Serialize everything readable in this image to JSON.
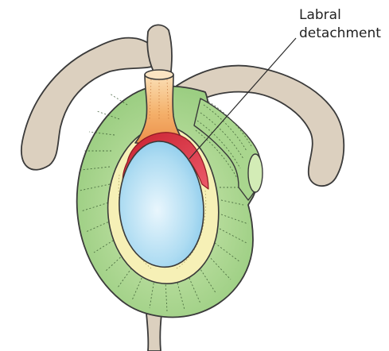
{
  "figure": {
    "labels": [
      {
        "lines": [
          "Labral",
          "detachment"
        ],
        "target": "labrum-detachment-region"
      }
    ]
  },
  "colors": {
    "bone": "#dcd0bf",
    "bone_outline": "#3a3a3a",
    "capsule_outer": "#9dd085",
    "capsule_inner": "#c3e3a4",
    "labrum_ring": "#f6f0b6",
    "glenoid_surface": "#aedcf2",
    "tendon_orange": "#f2a15c",
    "tendon_light": "#f9d4a2",
    "labral_tear": "#d9313e",
    "fiber_lines": "#2c4c26"
  }
}
